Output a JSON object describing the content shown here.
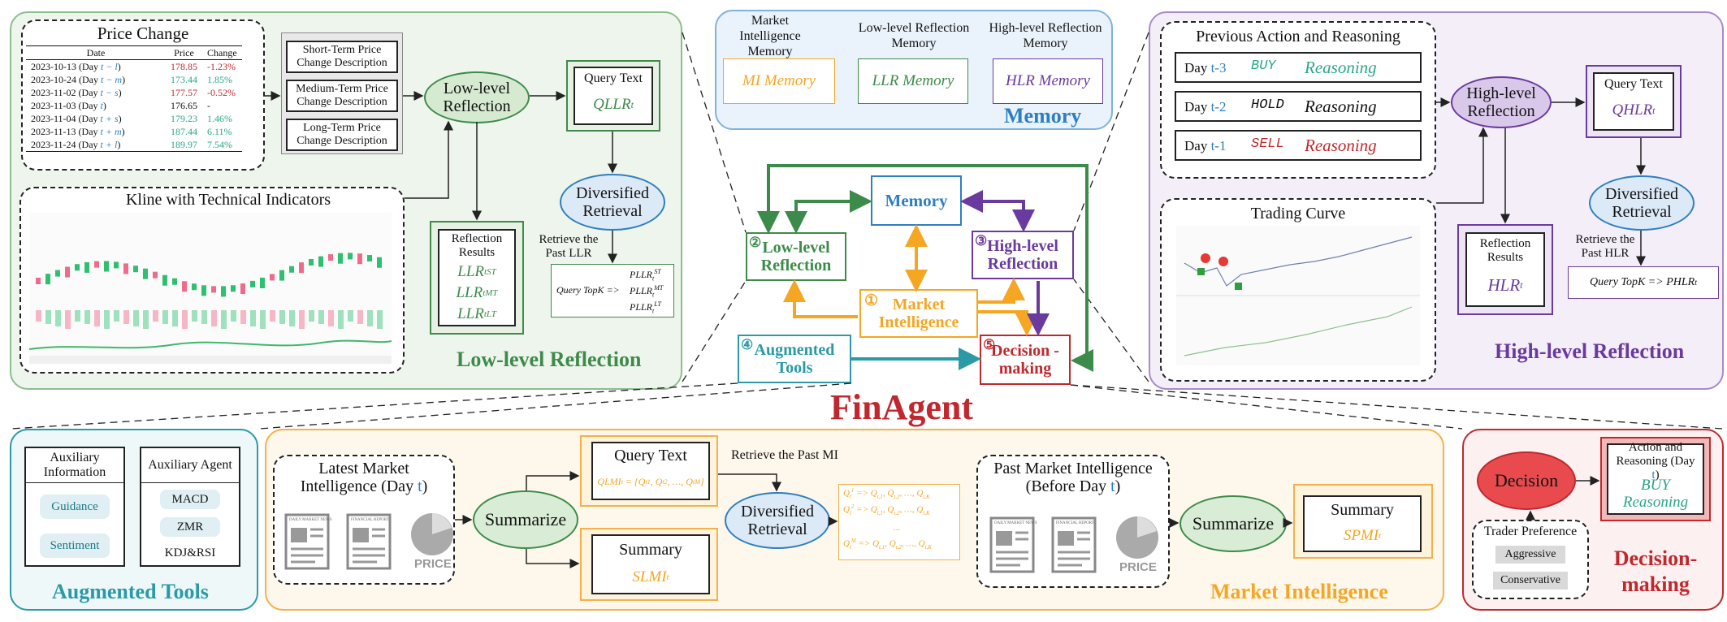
{
  "title": "FinAgent",
  "colors": {
    "green": "#3d8b4a",
    "orange": "#f5a623",
    "purple": "#6a3a9e",
    "teal": "#2a9aa6",
    "red": "#c0282d",
    "blue": "#2d7fc1"
  },
  "low_level": {
    "panel_title": "Low-level Reflection",
    "price_change": {
      "title": "Price Change",
      "headers": [
        "Date",
        "Price",
        "Change"
      ],
      "rows": [
        {
          "date": "2023-10-13 (Day ",
          "day": "t − l",
          "close": ")",
          "price": "178.85",
          "change": "-1.23%"
        },
        {
          "date": "2023-10-24 (Day ",
          "day": "t − m",
          "close": ")",
          "price": "173.44",
          "change": "1.85%"
        },
        {
          "date": "2023-11-02 (Day ",
          "day": "t − s",
          "close": ")",
          "price": "177.57",
          "change": "-0.52%"
        },
        {
          "date": "2023-11-03 (Day ",
          "day": "t",
          "close": ")",
          "price": "176.65",
          "change": "-"
        },
        {
          "date": "2023-11-04 (Day ",
          "day": "t + s",
          "close": ")",
          "price": "179.23",
          "change": "1.46%"
        },
        {
          "date": "2023-11-13 (Day ",
          "day": "t + m",
          "close": ")",
          "price": "187.44",
          "change": "6.11%"
        },
        {
          "date": "2023-11-24 (Day ",
          "day": "t + l",
          "close": ")",
          "price": "189.97",
          "change": "7.54%"
        }
      ]
    },
    "descriptions": [
      "Short-Term Price Change Description",
      "Medium-Term Price Change Description",
      "Long-Term Price Change Description"
    ],
    "reflection_node": "Low-level Reflection",
    "query_text_label": "Query Text",
    "query_text_formula": "QLLR",
    "diversified": "Diversified Retrieval",
    "retrieve_label": "Retrieve the Past LLR",
    "results_label": "Reflection Results",
    "results": [
      "LLR",
      "LLR",
      "LLR"
    ],
    "results_sup": [
      "ST",
      "MT",
      "LT"
    ],
    "topk_left": "Query TopK =>",
    "topk_right": [
      "PLLR",
      "PLLR",
      "PLLR"
    ],
    "kline_title": "Kline with Technical Indicators"
  },
  "memory": {
    "panel_title": "Memory",
    "columns": [
      {
        "title": "Market Intelligence Memory",
        "box": "MI Memory"
      },
      {
        "title": "Low-level Reflection Memory",
        "box": "LLR Memory"
      },
      {
        "title": "High-level Reflection Memory",
        "box": "HLR Memory"
      }
    ]
  },
  "high_level": {
    "panel_title": "High-level Reflection",
    "prev_title": "Previous Action and Reasoning",
    "rows": [
      {
        "day": "Day ",
        "tlabel": "t-3",
        "action": "BUY",
        "reason": "Reasoning"
      },
      {
        "day": "Day ",
        "tlabel": "t-2",
        "action": "HOLD",
        "reason": "Reasoning"
      },
      {
        "day": "Day ",
        "tlabel": "t-1",
        "action": "SELL",
        "reason": "Reasoning"
      }
    ],
    "trading_curve": "Trading Curve",
    "reflection_node": "High-level Reflection",
    "query_text_label": "Query Text",
    "query_text_formula": "QHLR",
    "diversified": "Diversified Retrieval",
    "retrieve_label": "Retrieve the Past HLR",
    "results_label": "Reflection Results",
    "results": "HLR",
    "topk": "Query TopK => PHLR"
  },
  "center": {
    "memory": "Memory",
    "llr": "Low-level Reflection",
    "hlr": "High-level Reflection",
    "mi": "Market Intelligence",
    "tools": "Augmented Tools",
    "decision": "Decision -making",
    "nums": [
      "②",
      "③",
      "①",
      "④",
      "⑤"
    ]
  },
  "augmented": {
    "panel_title": "Augmented Tools",
    "aux_info": "Auxiliary Information",
    "aux_info_items": [
      "Guidance",
      "Sentiment"
    ],
    "aux_agent": "Auxiliary Agent",
    "aux_agent_items": [
      "MACD",
      "ZMR",
      "KDJ&RSI"
    ]
  },
  "market": {
    "panel_title": "Market Intelligence",
    "latest_title": "Latest Market Intelligence (Day ",
    "latest_t": "t",
    "latest_close": ")",
    "summarize": "Summarize",
    "query_text": "Query Text",
    "query_formula": "QLMI",
    "retrieve_label": "Retrieve the Past MI",
    "diversified": "Diversified Retrieval",
    "summary": "Summary",
    "slmi": "SLMI",
    "past_title": "Past Market Intelligence (Before Day ",
    "past_t": "t",
    "past_close": ")",
    "summarize2": "Summarize",
    "summary2": "Summary",
    "spmi": "SPMI",
    "icons": [
      "DAILY MARKET NEWS",
      "FINANCIAL REPORT",
      "PRICE"
    ],
    "q_lines": [
      "Q",
      "Q",
      "...",
      "Q"
    ]
  },
  "decision": {
    "panel_title": "Decision-making",
    "decision": "Decision",
    "action_title": "Action and Reasoning (Day ",
    "action_t": "t",
    "action_close": ")",
    "buy": "BUY",
    "reasoning": "Reasoning",
    "trader_pref": "Trader Preference",
    "prefs": [
      "Aggressive",
      "Conservative"
    ]
  }
}
